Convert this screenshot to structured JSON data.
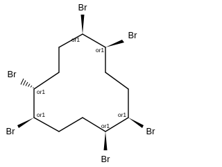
{
  "molecule": {
    "substituent_labels": {
      "br1": "Br",
      "br2": "Br",
      "br3": "Br",
      "br4": "Br",
      "br5": "Br",
      "br6": "Br"
    },
    "stereo_labels": {
      "c1": "or1",
      "c2": "or1",
      "c3": "or1",
      "c4": "or1",
      "c5": "or1",
      "c6": "or1"
    }
  }
}
